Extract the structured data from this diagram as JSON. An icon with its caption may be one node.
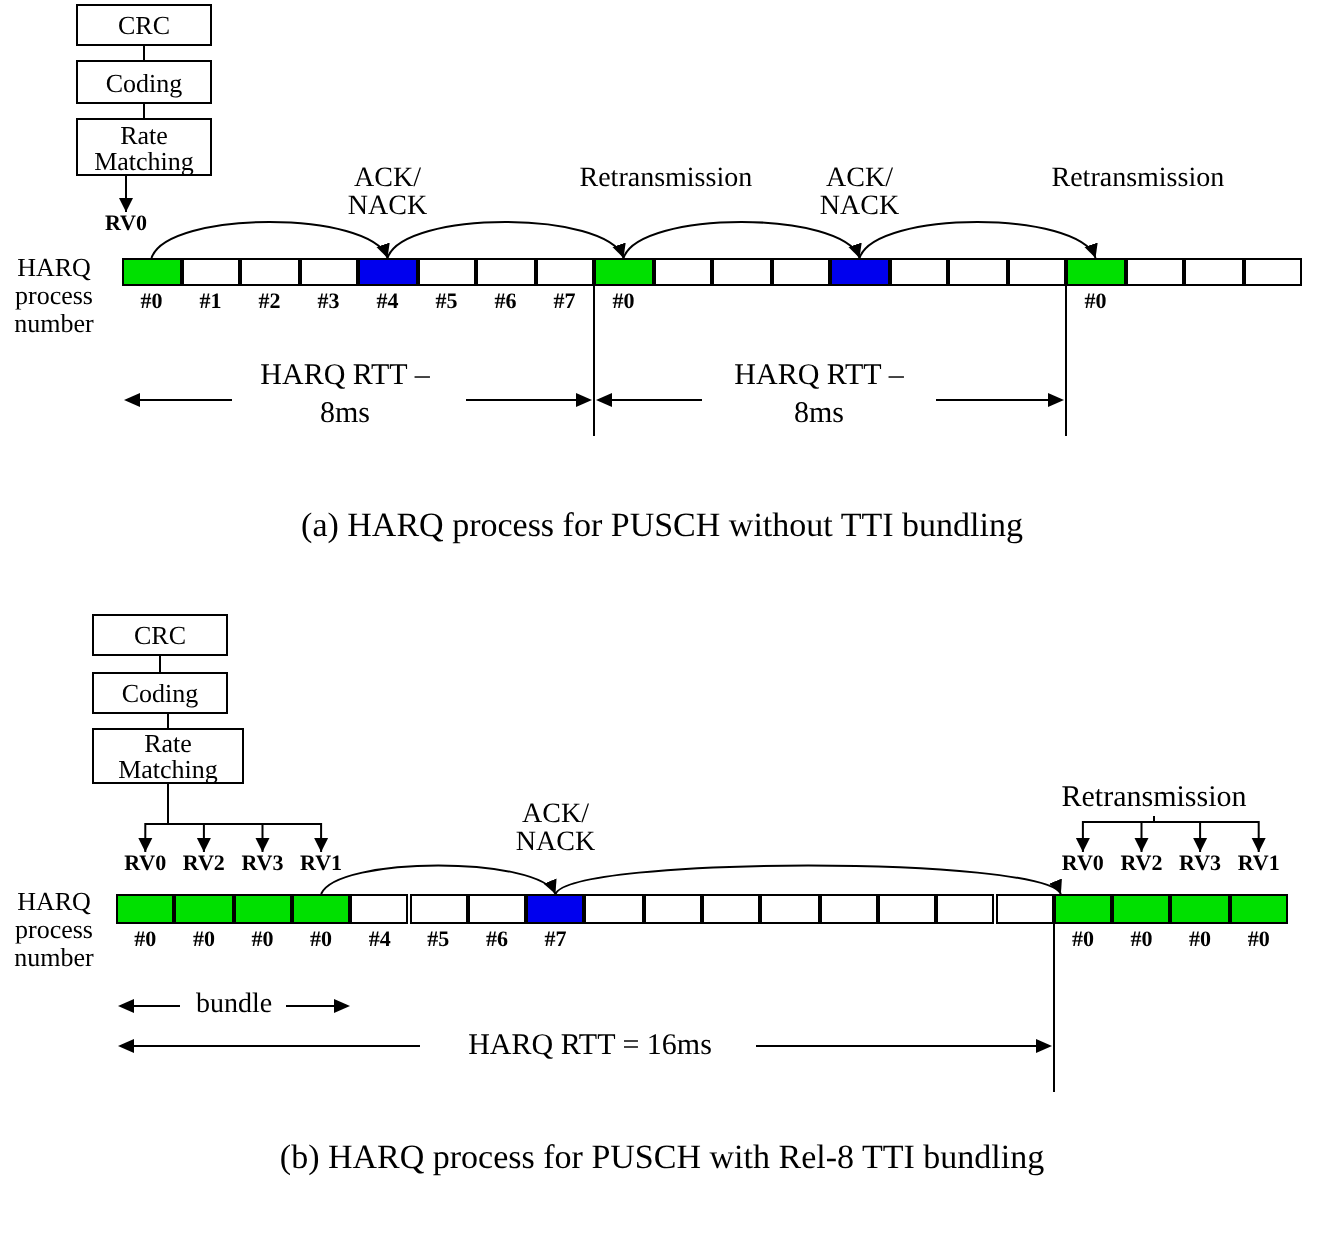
{
  "diagram": {
    "nodes": [
      {
        "text": [
          "CRC"
        ]
      },
      {
        "text": [
          "Coding"
        ]
      },
      {
        "text": [
          "Rate Matching"
        ]
      },
      {
        "text": [
          "RV0"
        ]
      },
      {
        "text": [],
        "shape": "box",
        "beside": [
          "#0"
        ]
      },
      {
        "text": [],
        "shape": "box",
        "beside": [
          "#1"
        ]
      },
      {
        "text": [],
        "shape": "box",
        "beside": [
          "#2"
        ]
      },
      {
        "text": [],
        "shape": "box",
        "beside": [
          "#3"
        ]
      },
      {
        "text": [],
        "shape": "box",
        "beside": [
          "#4"
        ]
      },
      {
        "text": [],
        "shape": "box",
        "beside": [
          "#5"
        ]
      },
      {
        "text": [],
        "shape": "box",
        "beside": [
          "#6"
        ]
      },
      {
        "text": [],
        "shape": "box",
        "beside": [
          "#7"
        ]
      },
      {
        "text": [],
        "shape": "box",
        "beside": [
          "#0"
        ]
      },
      {
        "text": [],
        "shape": "box"
      },
      {
        "text": [],
        "shape": "box"
      },
      {
        "text": [],
        "shape": "box"
      },
      {
        "text": [],
        "shape": "box"
      },
      {
        "text": [],
        "shape": "box"
      },
      {
        "text": [],
        "shape": "box"
      },
      {
        "text": [],
        "shape": "box"
      },
      {
        "text": [],
        "shape": "box",
        "beside": [
          "#0"
        ]
      },
      {
        "text": [],
        "shape": "box"
      },
      {
        "text": [],
        "shape": "box"
      },
      {
        "text": [],
        "shape": "box"
      },
      {
        "text": [
          "CRC"
        ]
      },
      {
        "text": [
          "Coding"
        ]
      },
      {
        "text": [
          "Rate Matching"
        ]
      },
      {
        "text": [
          "RV0"
        ]
      },
      {
        "text": [
          "RV2"
        ]
      },
      {
        "text": [
          "RV3"
        ]
      },
      {
        "text": [
          "RV1"
        ]
      },
      {
        "text": [
          "Retransmission"
        ]
      },
      {
        "text": [
          "RV0"
        ]
      },
      {
        "text": [
          "RV2"
        ]
      },
      {
        "text": [
          "RV3"
        ]
      },
      {
        "text": [
          "RV1"
        ]
      },
      {
        "text": [],
        "shape": "box",
        "beside": [
          "#0"
        ]
      },
      {
        "text": [],
        "shape": "box",
        "beside": [
          "#0"
        ]
      },
      {
        "text": [],
        "shape": "box",
        "beside": [
          "#0"
        ]
      },
      {
        "text": [],
        "shape": "box",
        "beside": [
          "#0"
        ]
      },
      {
        "text": [],
        "shape": "box",
        "beside": [
          "#4"
        ]
      },
      {
        "text": [],
        "shape": "box",
        "beside": [
          "#5"
        ]
      },
      {
        "text": [],
        "shape": "box",
        "beside": [
          "#6"
        ]
      },
      {
        "text": [],
        "shape": "box",
        "beside": [
          "#7"
        ]
      },
      {
        "text": [],
        "shape": "box"
      },
      {
        "text": [],
        "shape": "box"
      },
      {
        "text": [],
        "shape": "box"
      },
      {
        "text": [],
        "shape": "box"
      },
      {
        "text": [],
        "shape": "box"
      },
      {
        "text": [],
        "shape": "box"
      },
      {
        "text": [],
        "shape": "box"
      },
      {
        "text": [],
        "shape": "box"
      },
      {
        "text": [],
        "shape": "box",
        "beside": [
          "#0"
        ]
      },
      {
        "text": [],
        "shape": "box",
        "beside": [
          "#0"
        ]
      },
      {
        "text": [],
        "shape": "box",
        "beside": [
          "#0"
        ]
      },
      {
        "text": [],
        "shape": "box",
        "beside": [
          "#0"
        ]
      }
    ],
    "edges": [
      {
        "from": 0,
        "to": 1,
        "arrow": "none"
      },
      {
        "from": 1,
        "to": 2,
        "arrow": "none"
      },
      {
        "from": 2,
        "to": 3,
        "arrow": "to"
      },
      {
        "from": 4,
        "to": 8,
        "arrow": "to",
        "label": "ACK/ NACK"
      },
      {
        "from": 8,
        "to": 12,
        "arrow": "to",
        "label": "Retransmission"
      },
      {
        "from": 12,
        "to": 16,
        "arrow": "to",
        "label": "ACK/ NACK"
      },
      {
        "from": 16,
        "to": 20,
        "arrow": "to",
        "label": "Retransmission"
      },
      {
        "from": 24,
        "to": 25,
        "arrow": "none"
      },
      {
        "from": 25,
        "to": 26,
        "arrow": "none"
      },
      {
        "from": 26,
        "to": 27,
        "arrow": "to"
      },
      {
        "from": 26,
        "to": 28,
        "arrow": "to"
      },
      {
        "from": 26,
        "to": 29,
        "arrow": "to"
      },
      {
        "from": 26,
        "to": 30,
        "arrow": "to"
      },
      {
        "from": 31,
        "to": 32,
        "arrow": "to"
      },
      {
        "from": 31,
        "to": 33,
        "arrow": "to"
      },
      {
        "from": 31,
        "to": 34,
        "arrow": "to"
      },
      {
        "from": 31,
        "to": 35,
        "arrow": "to"
      },
      {
        "from": 39,
        "to": 43,
        "arrow": "to",
        "label": "ACK/ NACK"
      },
      {
        "from": 43,
        "to": 52,
        "arrow": "to"
      }
    ],
    "labels": [
      "HARQ process number",
      "HARQ RTT – 8ms",
      "HARQ RTT – 8ms",
      "(a) HARQ process for PUSCH without TTI bundling",
      "HARQ process number",
      "bundle",
      "HARQ RTT = 16ms",
      "(b) HARQ process for PUSCH with Rel-8 TTI bundling"
    ]
  }
}
